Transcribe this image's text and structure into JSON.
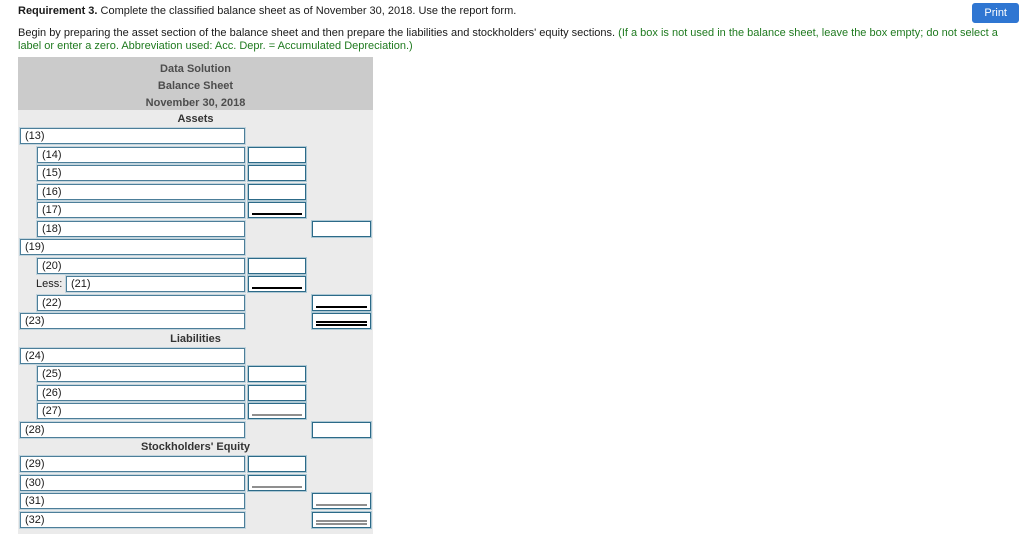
{
  "page": {
    "requirement_bold": "Requirement 3.",
    "requirement_rest": " Complete the classified balance sheet as of November 30, 2018. Use the report form.",
    "print_button": "Print",
    "instructions_black": "Begin by preparing the asset section of the balance sheet and then prepare the liabilities and stockholders' equity sections. ",
    "instructions_green": "(If a box is not used in the balance sheet, leave the box empty; do not select a label or enter a zero. Abbreviation used: Acc. Depr. = Accumulated Depreciation.)"
  },
  "table": {
    "title_lines": [
      "Data Solution",
      "Balance Sheet",
      "November 30, 2018"
    ],
    "less_label": "Less:",
    "rows": [
      {
        "section": "Assets"
      },
      {
        "label": "(13)",
        "indent": 0
      },
      {
        "label": "(14)",
        "indent": 1,
        "input_col": 1
      },
      {
        "label": "(15)",
        "indent": 1,
        "input_col": 1
      },
      {
        "label": "(16)",
        "indent": 1,
        "input_col": 1
      },
      {
        "label": "(17)",
        "indent": 1,
        "input_col": 1,
        "underline": "single-black"
      },
      {
        "label": "(18)",
        "indent": 1,
        "input_col": 2
      },
      {
        "label": "(19)",
        "indent": 0
      },
      {
        "label": "(20)",
        "indent": 1,
        "input_col": 1
      },
      {
        "label": "(21)",
        "indent": 2,
        "less": true,
        "input_col": 1,
        "underline": "single-black"
      },
      {
        "label": "(22)",
        "indent": 1,
        "input_col": 2,
        "underline": "single-black"
      },
      {
        "label": "(23)",
        "indent": 0,
        "input_col": 2,
        "underline": "double-black"
      },
      {
        "section": "Liabilities"
      },
      {
        "label": "(24)",
        "indent": 0
      },
      {
        "label": "(25)",
        "indent": 1,
        "input_col": 1
      },
      {
        "label": "(26)",
        "indent": 1,
        "input_col": 1
      },
      {
        "label": "(27)",
        "indent": 1,
        "input_col": 1,
        "underline": "single-gray"
      },
      {
        "label": "(28)",
        "indent": 0,
        "input_col": 2
      },
      {
        "section": "Stockholders' Equity"
      },
      {
        "label": "(29)",
        "indent": 0,
        "input_col": 1
      },
      {
        "label": "(30)",
        "indent": 0,
        "input_col": 1,
        "underline": "single-gray"
      },
      {
        "label": "(31)",
        "indent": 0,
        "input_col": 2,
        "underline": "single-gray"
      },
      {
        "label": "(32)",
        "indent": 0,
        "input_col": 2,
        "underline": "double-gray"
      }
    ]
  },
  "colors": {
    "print_button_bg": "#2f76d2",
    "instruction_green": "#1f7a1f",
    "table_header_gray": "#cbcbcb",
    "table_body_gray": "#ebebeb",
    "box_border_teal": "#2c6a88",
    "underline_black": "#000000",
    "underline_gray": "#8f8f8f"
  }
}
